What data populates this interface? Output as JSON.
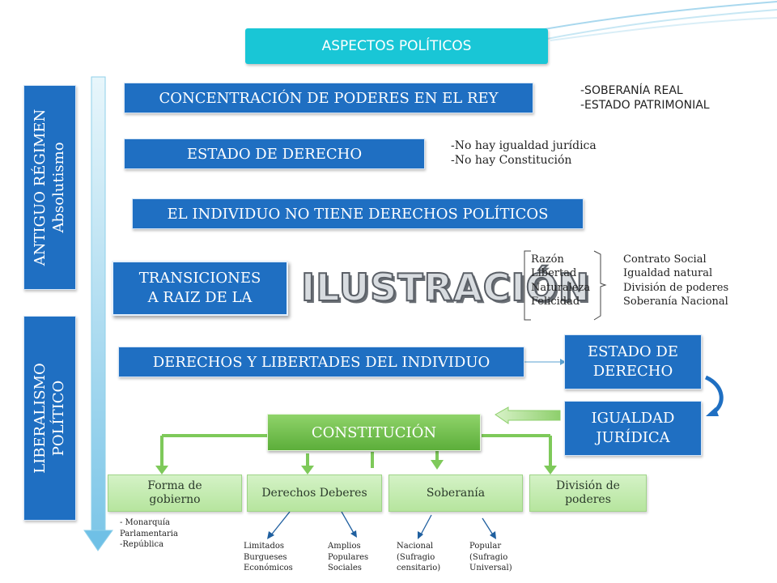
{
  "header": {
    "title": "ASPECTOS POLÍTICOS"
  },
  "sidebar": {
    "antiguo_line1": "ANTIGUO RÉGIMEN",
    "antiguo_line2": "Absolutismo",
    "liberalismo_line1": "LIBERALISMO",
    "liberalismo_line2": "POLÍTICO"
  },
  "rows": {
    "concentracion": "CONCENTRACIÓN DE PODERES EN EL REY",
    "estado_derecho": "ESTADO DE DERECHO",
    "individuo": "EL INDIVIDUO NO TIENE DERECHOS POLÍTICOS",
    "transiciones": "TRANSICIONES A RAIZ DE LA",
    "ilustracion": "ILUSTRACIÓN",
    "derechos_libertades": "DERECHOS Y LIBERTADES DEL INDIVIDUO"
  },
  "notes": {
    "soberania_real": "-SOBERANÍA REAL",
    "estado_patrimonial": "-ESTADO PATRIMONIAL",
    "no_igualdad": "-No hay igualdad jurídica",
    "no_constitucion": "-No hay Constitución"
  },
  "ilustracion_list": {
    "left": [
      "Razón",
      "Libertad",
      "Naturaleza",
      "Felicidad"
    ],
    "right": [
      "Contrato Social",
      "Igualdad natural",
      "División de poderes",
      "Soberanía Nacional"
    ]
  },
  "right_boxes": {
    "estado_de": "ESTADO DE",
    "derecho": "DERECHO",
    "igualdad": "IGUALDAD",
    "juridica": "JURÍDICA"
  },
  "constitucion": "CONSTITUCIÓN",
  "bottom_boxes": {
    "forma_gobierno": "Forma de gobierno",
    "derechos_deberes": "Derechos Deberes",
    "soberania": "Soberanía",
    "division_poderes": "División de poderes"
  },
  "bottom_notes": {
    "forma": [
      "- Monarquía",
      "Parlamentaria",
      "-República"
    ],
    "limitados": [
      "Limitados",
      "Burgueses",
      "Económicos"
    ],
    "amplios": [
      "Amplios",
      "Populares",
      "Sociales"
    ],
    "nacional": [
      "Nacional",
      "(Sufragio",
      "censitario)"
    ],
    "popular": [
      "Popular",
      "(Sufragio",
      "Universal)"
    ]
  }
}
